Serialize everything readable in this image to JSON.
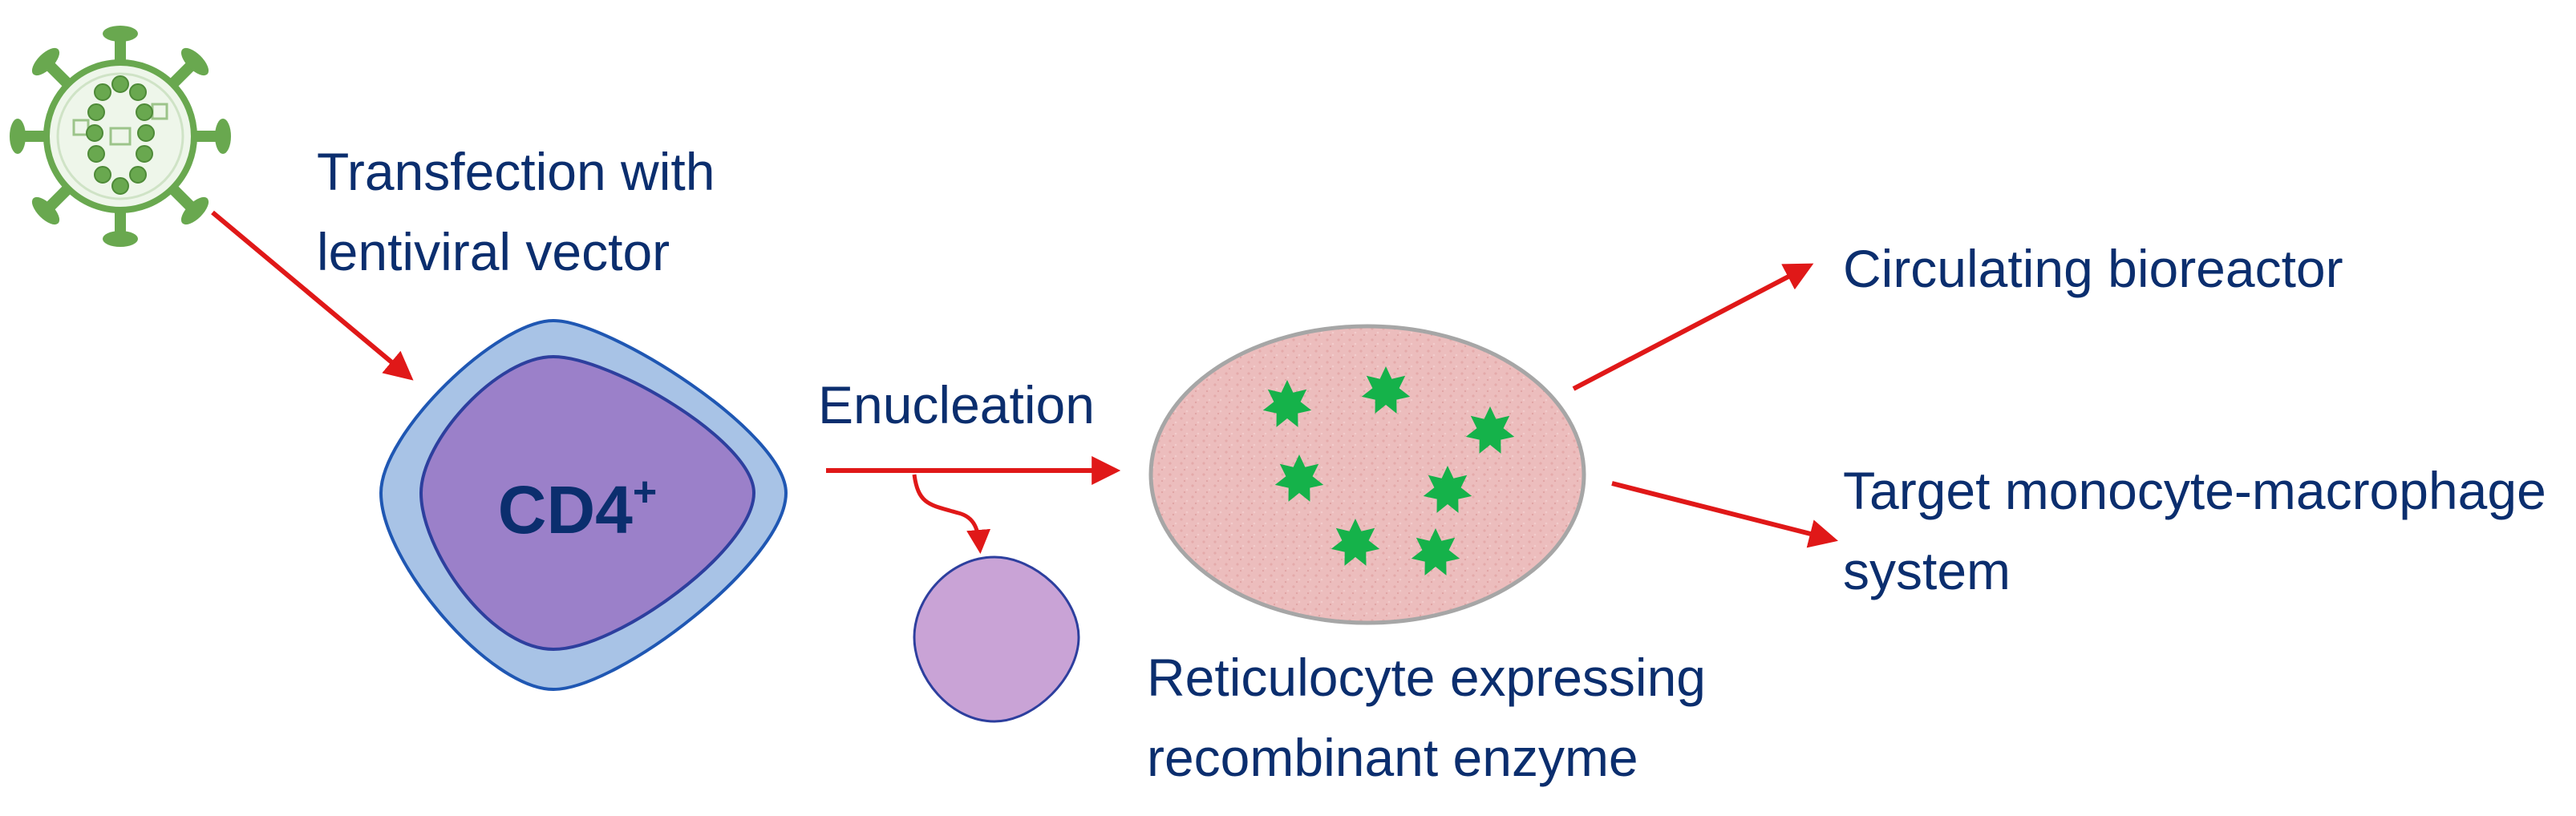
{
  "labels": {
    "transfection": [
      "Transfection with",
      "lentiviral vector"
    ],
    "cell_name": "CD4",
    "cell_superscript": "+",
    "enucleation": "Enucleation",
    "reticulocyte": [
      "Reticulocyte expressing",
      "recombinant enzyme"
    ],
    "outcome_1": "Circulating bioreactor",
    "outcome_2": [
      "Target monocyte-macrophage",
      "system"
    ]
  },
  "colors": {
    "text": "#0b2e6e",
    "arrow": "#e01818",
    "virus": "#69a84f",
    "cell_outer": "#a8c3e6",
    "cell_inner": "#9b80c9",
    "nucleus": "#c9a3d6",
    "reticulocyte": "#eab8b8",
    "enzyme": "#15b24a"
  },
  "icons": {
    "virus": "lentivirus-icon",
    "enzyme": "enzyme-star-icon"
  }
}
